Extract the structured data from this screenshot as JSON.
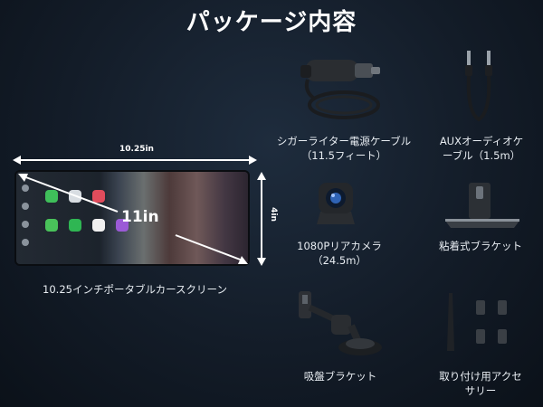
{
  "title": "パッケージ内容",
  "screen": {
    "width_label": "10.25in",
    "height_label": "4in",
    "diagonal_label": "11in",
    "caption": "10.25インチポータブルカースクリーン"
  },
  "items": {
    "charger": {
      "line1": "シガーライター電源ケーブル",
      "line2": "（11.5フィート）",
      "icon": "car-charger-icon"
    },
    "aux": {
      "line1": "AUXオーディオケ",
      "line2": "ーブル（1.5m）",
      "icon": "aux-cable-icon"
    },
    "camera": {
      "line1": "1080Pリアカメラ",
      "line2": "（24.5m）",
      "icon": "rear-camera-icon"
    },
    "bracket": {
      "line1": "粘着式ブラケット",
      "icon": "adhesive-bracket-icon"
    },
    "suction": {
      "line1": "吸盤ブラケット",
      "icon": "suction-mount-icon"
    },
    "accessories": {
      "line1": "取り付け用アクセ",
      "line2": "サリー",
      "icon": "accessories-icon"
    }
  }
}
